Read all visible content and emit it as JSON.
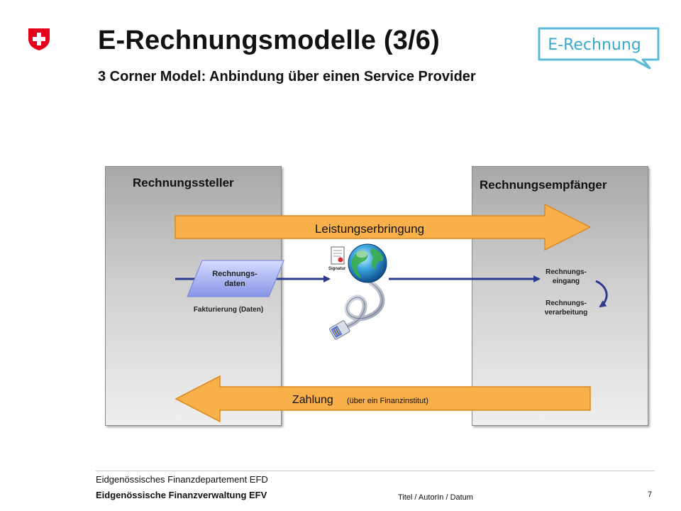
{
  "header": {
    "title": "E-Rechnungsmodelle (3/6)",
    "subtitle": "3 Corner Model: Anbindung über einen Service Provider",
    "badge_text": "E-Rechnung",
    "logo_icon": "swiss-cross-icon"
  },
  "diagram": {
    "sender_title": "Rechnungssteller",
    "receiver_title": "Rechnungsempfänger",
    "service_arrow_label": "Leistungserbringung",
    "payment_arrow_label": "Zahlung",
    "payment_arrow_note": "(über ein Finanzinstitut)",
    "data_box_line1": "Rechnungs-",
    "data_box_line2": "daten",
    "invoicing_label": "Fakturierung (Daten)",
    "inbox_line1": "Rechnungs-",
    "inbox_line2": "eingang",
    "processing_line1": "Rechnungs-",
    "processing_line2": "verarbeitung",
    "signature_label": "Signatur",
    "colors": {
      "arrow_fill": "#f8b04a",
      "arrow_stroke": "#d98a1e",
      "flow_blue": "#2a3a8f",
      "data_box": "#9aa6ee"
    }
  },
  "footer": {
    "department": "Eidgenössisches Finanzdepartement EFD",
    "office": "Eidgenössische Finanzverwaltung EFV",
    "meta": "Titel / AutorIn / Datum",
    "page_number": "7"
  }
}
